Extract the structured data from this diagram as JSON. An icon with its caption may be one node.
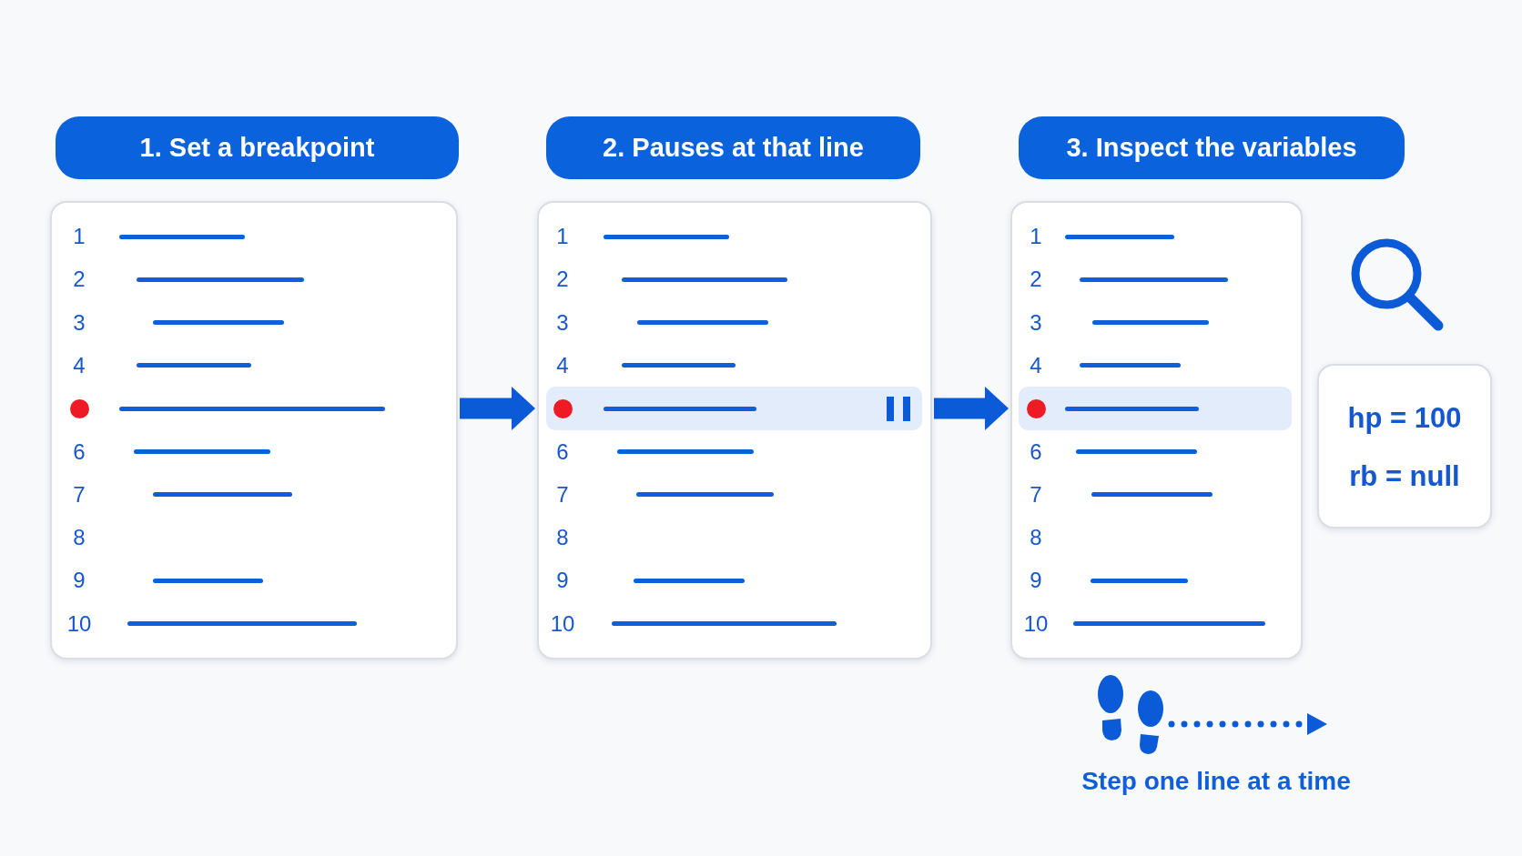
{
  "diagram": {
    "nodes": [
      {
        "text": [
          "1. Set a breakpoint"
        ]
      },
      {
        "text": [
          "2. Pauses at that line"
        ]
      },
      {
        "text": [
          "3. Inspect the variables"
        ]
      },
      {
        "text": [
          "1",
          "2",
          "3",
          "4",
          "6",
          "7",
          "8",
          "9",
          "10"
        ]
      },
      {
        "text": [
          "1",
          "2",
          "3",
          "4",
          "6",
          "7",
          "8",
          "9",
          "10"
        ]
      },
      {
        "text": [
          "1",
          "2",
          "3",
          "4",
          "6",
          "7",
          "8",
          "9",
          "10"
        ]
      },
      {
        "text": [
          "hp = 100",
          "rb = null"
        ]
      },
      {
        "text": [],
        "shape": "picture",
        "beside": [
          "Step one line at a time"
        ]
      }
    ],
    "edges": [
      {
        "from": 3,
        "to": 4,
        "arrow": "to"
      },
      {
        "from": 4,
        "to": 5,
        "arrow": "to"
      },
      {
        "from": 7,
        "to": null,
        "arrow": "to",
        "style": "dashed"
      }
    ]
  }
}
